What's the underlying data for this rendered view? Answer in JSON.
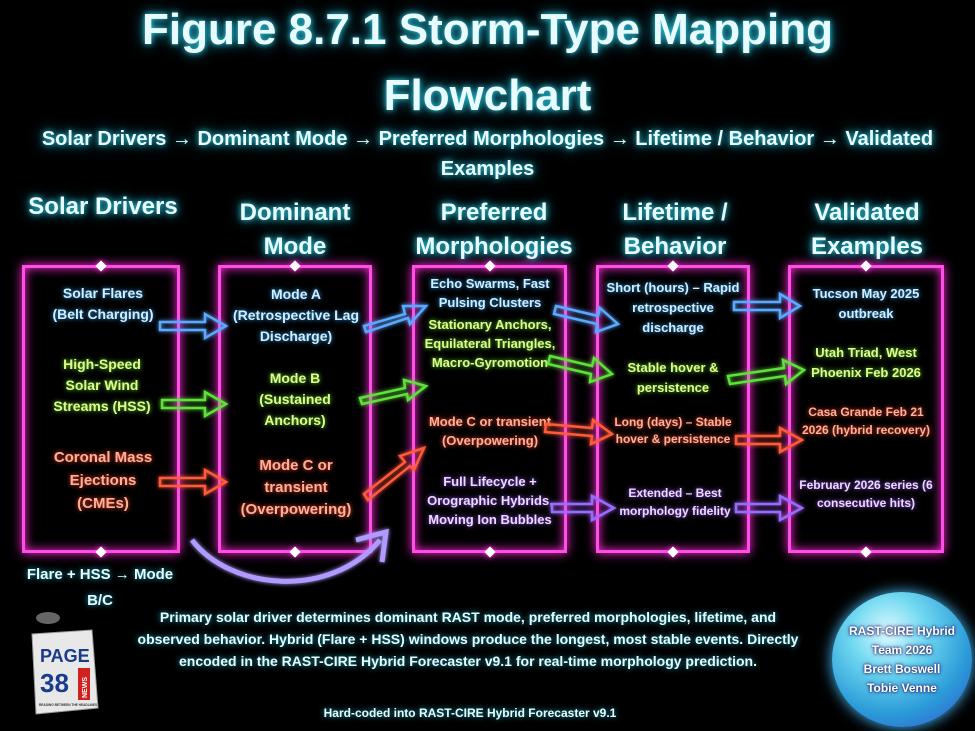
{
  "title_line1": "Figure 8.7.1 Storm-Type Mapping",
  "title_line2": "Flowchart",
  "subtitle": "Solar Drivers → Dominant Mode → Preferred Morphologies → Lifetime / Behavior → Validated Examples",
  "columns": [
    {
      "header": "Solar Drivers",
      "items": [
        "Solar Flares (Belt Charging)",
        "High-Speed Solar Wind Streams (HSS)",
        "Coronal Mass Ejections (CMEs)"
      ]
    },
    {
      "header": "Dominant Mode",
      "items": [
        "Mode A (Retrospective Lag Discharge)",
        "Mode B (Sustained Anchors)",
        "Mode C or transient (Overpowering)"
      ]
    },
    {
      "header": "Preferred Morphologies",
      "items": [
        "Echo Swarms, Fast Pulsing Clusters",
        "Stationary Anchors, Equilateral Triangles, Macro-Gyromotion",
        "Mode C or transient (Overpowering)",
        "Full Lifecycle + Orographic Hybrids, Moving Ion Bubbles"
      ]
    },
    {
      "header": "Lifetime / Behavior",
      "items": [
        "Short (hours) – Rapid retrospective discharge",
        "Stable hover & persistence",
        "Long (days) – Stable hover & persistence",
        "Extended – Best morphology fidelity"
      ]
    },
    {
      "header": "Validated Examples",
      "items": [
        "Tucson May 2025 outbreak",
        "Utah Triad, West Phoenix Feb 2026",
        "Casa Grande Feb 21 2026 (hybrid recovery)",
        "February 2026 series (6 consecutive hits)"
      ]
    }
  ],
  "hybrid_note": "Flare + HSS → Mode B/C",
  "summary": "Primary solar driver determines dominant RAST mode, preferred morphologies, lifetime, and observed behavior. Hybrid (Flare + HSS) windows produce the longest, most stable events. Directly encoded in the RAST-CIRE Hybrid Forecaster v9.1 for real-time morphology prediction.",
  "footer": "Hard-coded into RAST-CIRE Hybrid Forecaster v9.1",
  "logo": {
    "line1": "PAGE",
    "line2": "38",
    "badge": "NEWS",
    "tagline": "READING BETWEEN THE HEADLINES"
  },
  "credits": [
    "RAST-CIRE Hybrid",
    "Team 2026",
    "Brett Boswell",
    "Tobie Venne"
  ],
  "colors": {
    "box": "#ff4ee8",
    "blue": "#5aa8ff",
    "green": "#5fe03a",
    "red": "#ff5a3a",
    "purple": "#9a6aff"
  }
}
